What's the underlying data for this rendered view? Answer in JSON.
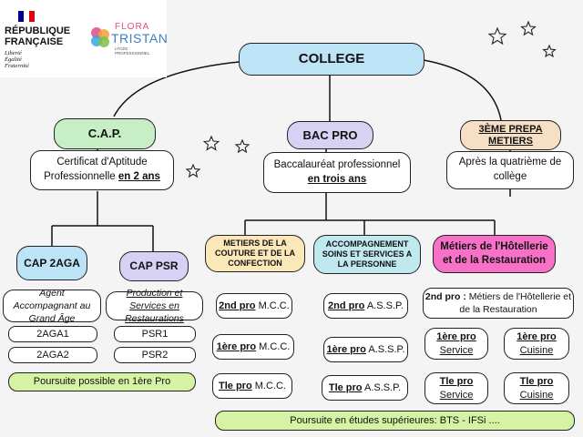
{
  "logos": {
    "republique_lines": [
      "RÉPUBLIQUE",
      "FRANÇAISE"
    ],
    "motto_lines": [
      "Liberté",
      "Égalité",
      "Fraternité"
    ],
    "school_name_lines": [
      "FLORA",
      "TRISTAN"
    ],
    "school_subtitle": "LYCÉE PROFESSIONNEL"
  },
  "root": {
    "label": "COLLEGE"
  },
  "branches": {
    "cap": {
      "title": "C.A.P.",
      "desc_pre": "Certificat d'Aptitude Professionnelle",
      "desc_bold": "en 2 ans"
    },
    "bac": {
      "title": "BAC PRO",
      "desc_pre": "Baccalauréat professionnel",
      "desc_bold": "en trois ans"
    },
    "prepa": {
      "title_line1": "3ÈME PREPA",
      "title_line2": "METIERS",
      "desc": "Après la quatrième de collège"
    }
  },
  "cap_aga": {
    "title": "CAP 2AGA",
    "desc": "Agent Accompagnant au Grand Âge",
    "years": [
      "2AGA1",
      "2AGA2"
    ]
  },
  "cap_psr": {
    "title": "CAP PSR",
    "desc": "Production et Services en Restaurations",
    "years": [
      "PSR1",
      "PSR2"
    ]
  },
  "cap_footer": "Poursuite possible en 1ère Pro",
  "mcc": {
    "title": "METIERS DE LA COUTURE ET DE LA CONFECTION",
    "rows": [
      {
        "level": "2nd pro",
        "code": "M.C.C."
      },
      {
        "level": "1ère pro",
        "code": "M.C.C."
      },
      {
        "level": "Tle pro",
        "code": "M.C.C."
      }
    ]
  },
  "assp": {
    "title": "ACCOMPAGNEMENT SOINS ET SERVICES A LA PERSONNE",
    "rows": [
      {
        "level": "2nd pro",
        "code": "A.S.S.P."
      },
      {
        "level": "1ère pro",
        "code": "A.S.S.P."
      },
      {
        "level": "Tle pro",
        "code": "A.S.S.P."
      }
    ]
  },
  "hotel": {
    "title": "Métiers de l'Hôtellerie et de la Restauration",
    "second_level": "2nd pro :",
    "second_text": "Métiers de l'Hôtellerie et de la Restauration",
    "premiere": [
      {
        "level": "1ère pro",
        "option": "Service"
      },
      {
        "level": "1ère pro",
        "option": "Cuisine"
      }
    ],
    "terminale": [
      {
        "level": "Tle pro",
        "option": "Service"
      },
      {
        "level": "Tle pro",
        "option": "Cuisine"
      }
    ]
  },
  "bottom_banner": "Poursuite en études supérieures: BTS - IFSi ....",
  "colors": {
    "college": "#bde3f6",
    "cap": "#c7eec4",
    "bac": "#d9d1f4",
    "prepa": "#f7dfc6",
    "cap_aga": "#bde3f6",
    "cap_psr": "#d9d1f4",
    "mcc": "#fbe7b8",
    "assp": "#bfe8ef",
    "hotel": "#f870c8",
    "lime": "#d6f2a4"
  }
}
